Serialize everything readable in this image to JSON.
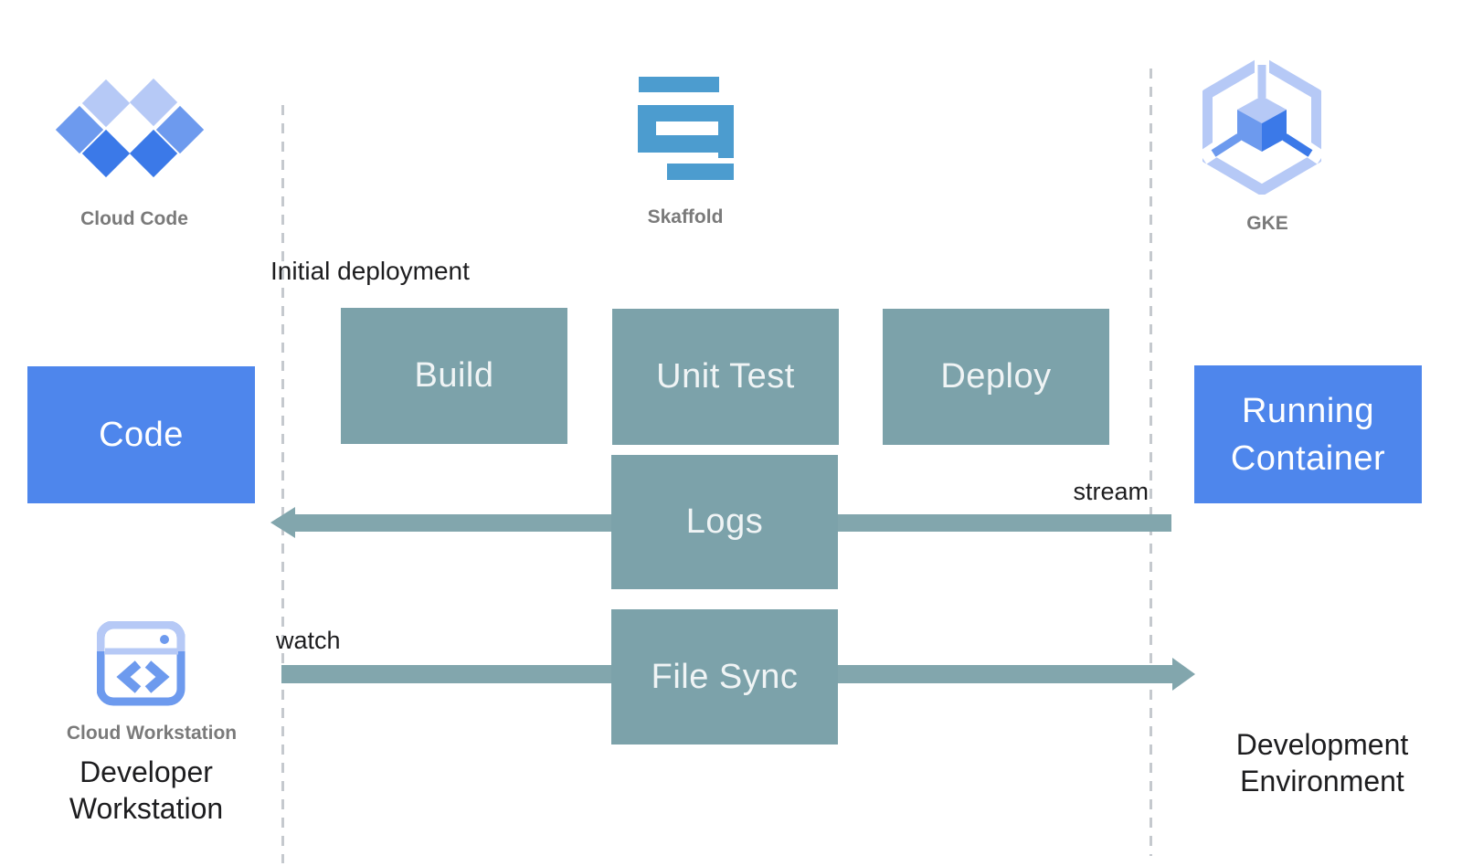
{
  "colors": {
    "teal": "#7ca2aa",
    "band": "#82a6ad",
    "blue": "#4e86ec",
    "box_text": "#f0f4f5",
    "skaffold_blue": "#4c9ccf",
    "icon_light": "#b6c9f6",
    "icon_medium": "#6d9aee",
    "icon_dark": "#3b79e8",
    "caption_gray": "#7a7a7a",
    "text_black": "#1d1d1f",
    "dash_gray": "#c5c9ce"
  },
  "icons": {
    "cloud_code": {
      "caption": "Cloud Code"
    },
    "skaffold": {
      "caption": "Skaffold"
    },
    "gke": {
      "caption": "GKE"
    },
    "cloud_workstation": {
      "caption": "Cloud Workstation"
    }
  },
  "annotations": {
    "initial_deployment": "Initial deployment",
    "stream": "stream",
    "watch": "watch"
  },
  "boxes": {
    "code": "Code",
    "build": "Build",
    "unit_test": "Unit Test",
    "deploy": "Deploy",
    "logs": "Logs",
    "file_sync": "File Sync",
    "running_container": {
      "line1": "Running",
      "line2": "Container"
    }
  },
  "footers": {
    "developer_workstation": {
      "line1": "Developer",
      "line2": "Workstation"
    },
    "development_environment": {
      "line1": "Development",
      "line2": "Environment"
    }
  }
}
